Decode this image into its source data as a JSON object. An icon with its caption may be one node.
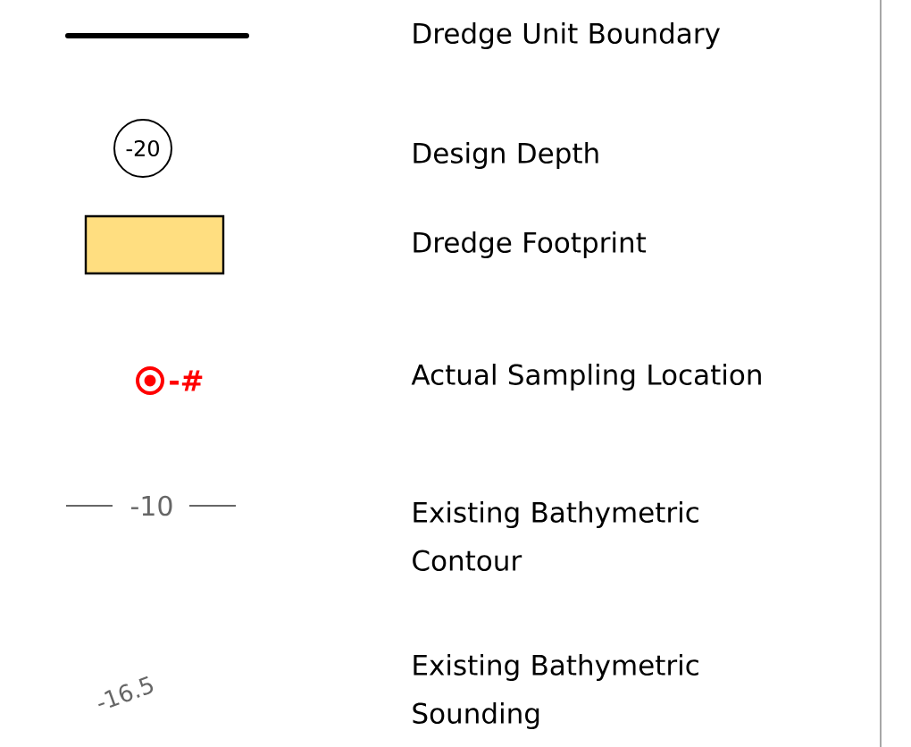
{
  "diagram": {
    "labels": [
      "-20",
      "-#",
      "-10",
      "-16.5"
    ],
    "legend": [
      {
        "text": "Dredge Unit Boundary"
      },
      {
        "text": "Design Depth"
      },
      {
        "text": "Dredge Footprint",
        "color": "#ffde80"
      },
      {
        "text": "Actual Sampling Location"
      },
      {
        "text": "Existing Bathymetric Contour"
      },
      {
        "text": "Existing Bathymetric Sounding"
      }
    ]
  }
}
